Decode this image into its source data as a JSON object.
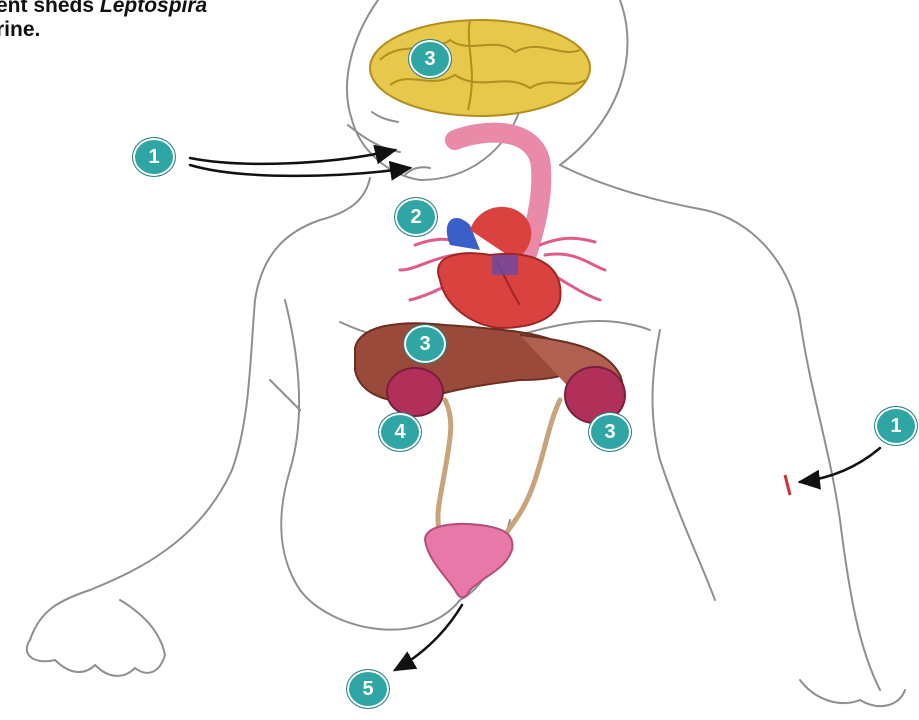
{
  "caption": {
    "line1_prefix": "ent sheds ",
    "line1_italic": "Leptospira",
    "line2": "rine."
  },
  "badges": {
    "mouth": "1",
    "arm": "1",
    "heart": "2",
    "brain": "3",
    "liver": "3",
    "right_kidney": "3",
    "left_kidney": "4",
    "bladder": "5"
  },
  "colors": {
    "badge": "#2fa6a3",
    "outline": "#8a8a8a",
    "brain": "#e8c84a",
    "heart": "#d9423f",
    "vessels_blue": "#3b5fc9",
    "liver": "#9a4a3a",
    "kidney": "#b0305a",
    "bladder": "#e878a8",
    "ureter": "#c8a47a",
    "esophagus": "#e88aa8"
  }
}
